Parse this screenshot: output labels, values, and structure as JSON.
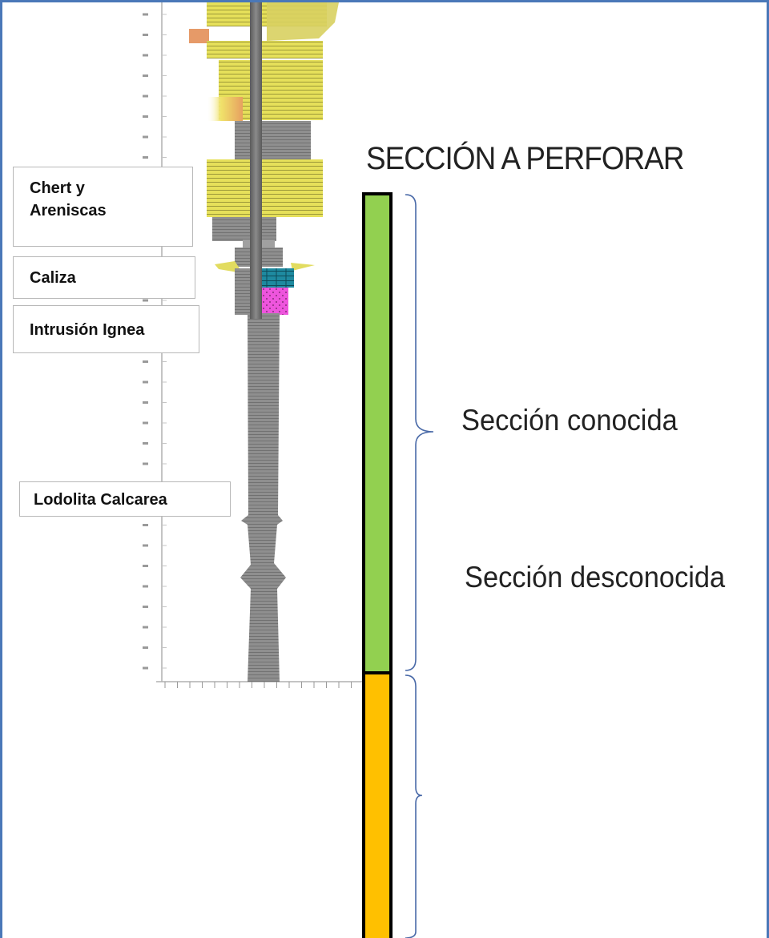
{
  "title": "SECCIÓN A PERFORAR",
  "rock_labels": {
    "chert": "Chert y Areniscas",
    "caliza": "Caliza",
    "intrusion": "Intrusión Ignea",
    "lodolita": "Lodolita Calcarea"
  },
  "sections": {
    "known": {
      "label": "Sección conocida",
      "color": "#92d050"
    },
    "unknown": {
      "label": "Sección desconocida",
      "color": "#ffc000"
    }
  },
  "colors": {
    "frame": "#4a78b8",
    "wellbore": "#6e6e6e",
    "sand": "#e6e05a",
    "limestone": "#1e8aa0",
    "igneous": "#ee55dd",
    "bracket": "#4a6aa8"
  }
}
